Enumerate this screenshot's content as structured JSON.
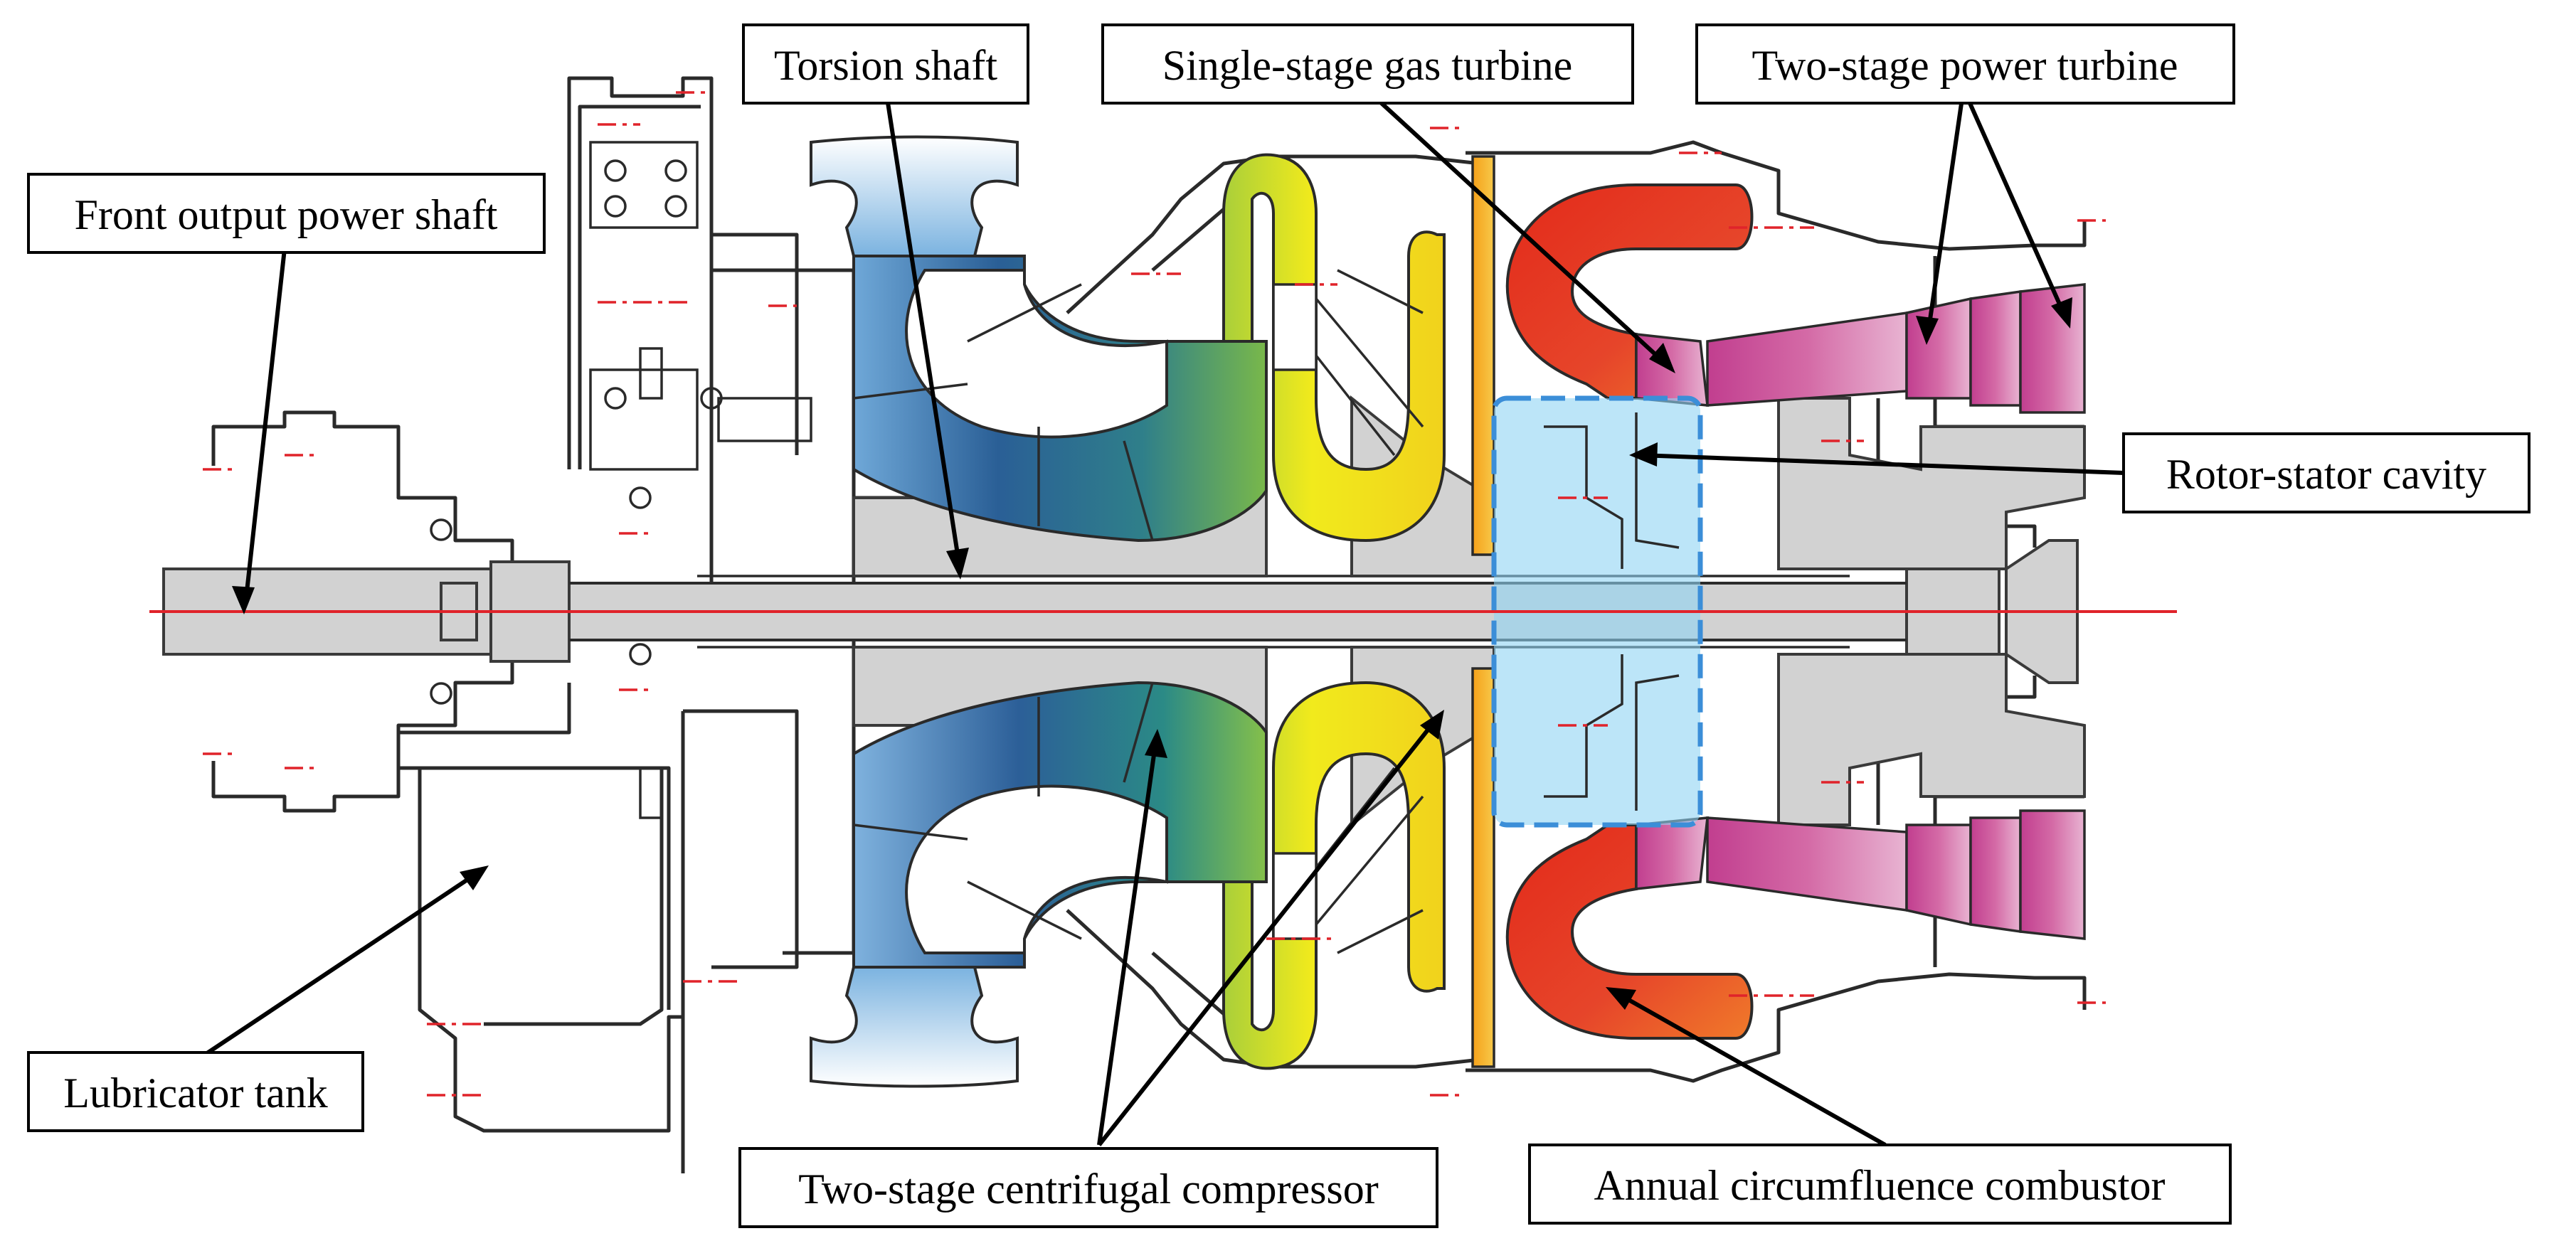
{
  "labels": {
    "torsion_shaft": "Torsion shaft",
    "single_stage_gas_turbine": "Single-stage gas turbine",
    "two_stage_power_turbine": "Two-stage power turbine",
    "front_output_power_shaft": "Front output power shaft",
    "rotor_stator_cavity": "Rotor-stator cavity",
    "lubricator_tank": "Lubricator tank",
    "two_stage_centrifugal_compressor": "Two-stage centrifugal compressor",
    "annual_circumfluence_combustor": "Annual circumfluence combustor"
  },
  "colors": {
    "axis_line": "#e0232a",
    "cavity_fill": "#8fd3f4",
    "cavity_border": "#3b8ed8",
    "combustor": "#e33a22",
    "first_compressor_stage": "#2e6fa3",
    "second_compressor_stage": "#e8e21a",
    "power_turbine": "#b23a9a",
    "shaft_fill": "#d2d2d2"
  }
}
